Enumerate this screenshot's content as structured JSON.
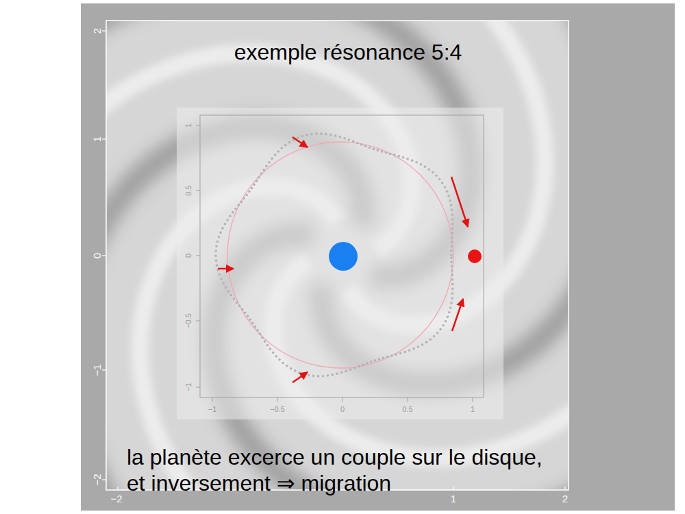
{
  "diagram": {
    "title": "exemple résonance 5:4",
    "caption": "la planète excerce un couple sur le disque, et inversement ⇒ migration",
    "labels": [
      "2",
      "1",
      "0",
      "−1",
      "−2",
      "−2",
      "1",
      "2",
      "1",
      "0.5",
      "0",
      "−0.5",
      "−1",
      "−1",
      "−0.5",
      "0",
      "0.5",
      "1"
    ]
  }
}
